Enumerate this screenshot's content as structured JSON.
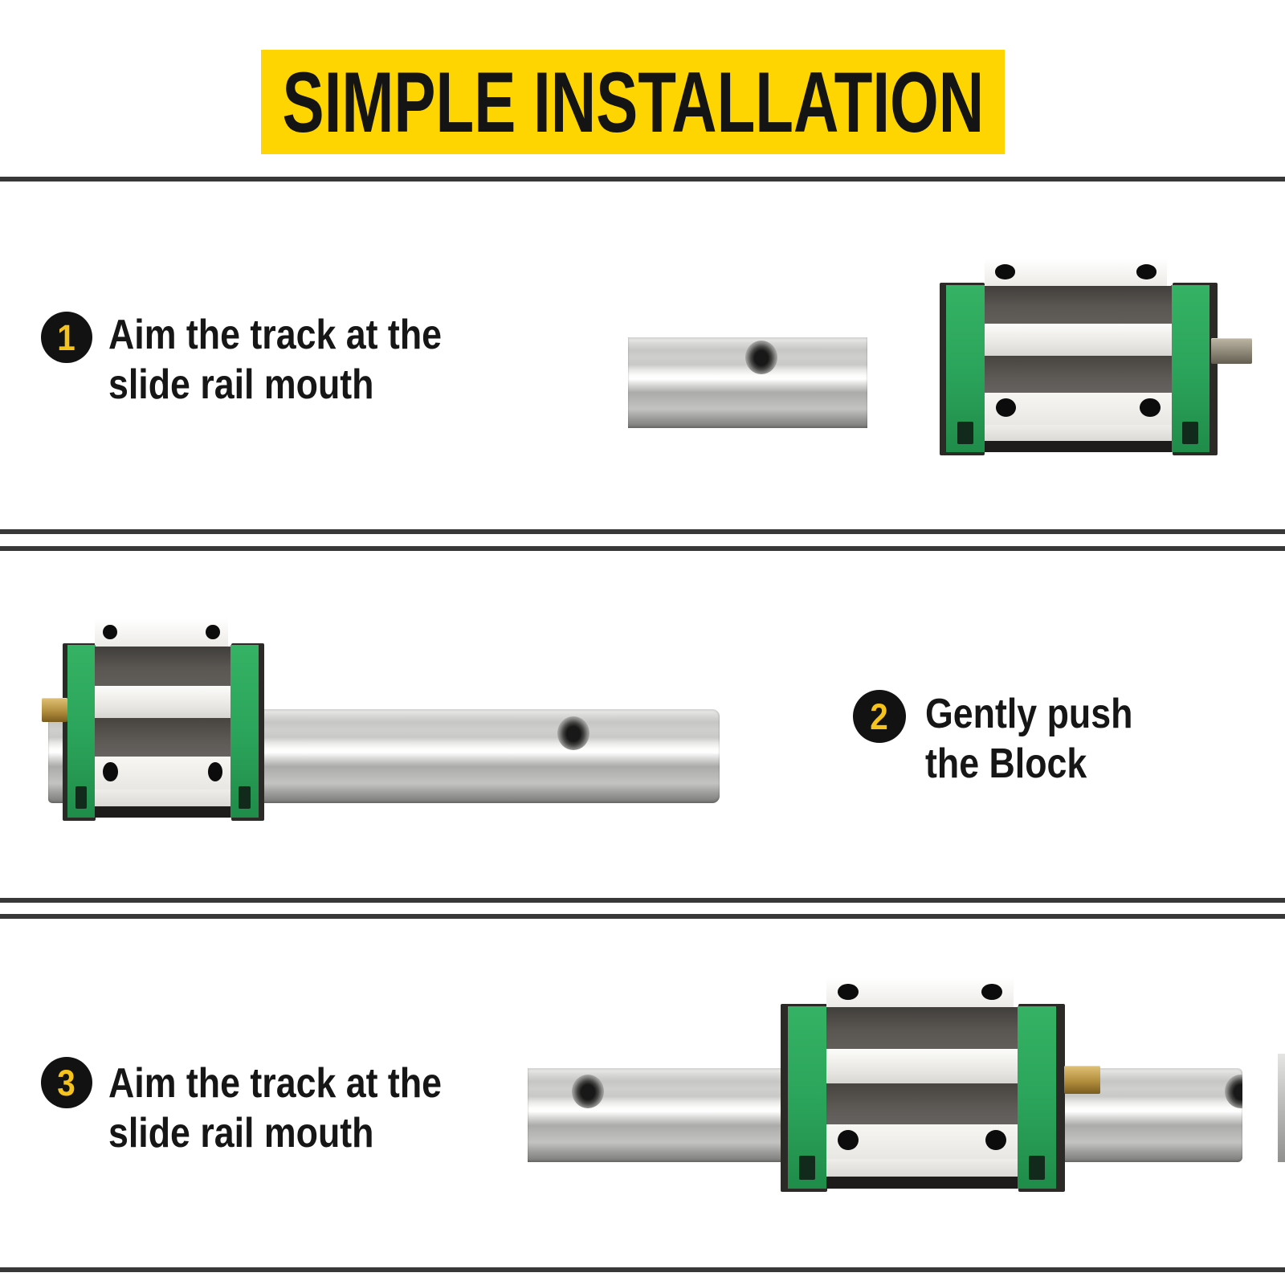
{
  "title": {
    "label": "SIMPLE INSTALLATION"
  },
  "steps": [
    {
      "number": "1",
      "caption_line1": "Aim the track at the",
      "caption_line2": "slide rail mouth"
    },
    {
      "number": "2",
      "caption_line1": "Gently push",
      "caption_line2": "the Block"
    },
    {
      "number": "3",
      "caption_line1": "Aim the track at the",
      "caption_line2": "slide rail mouth"
    }
  ],
  "colors": {
    "banner_bg": "#FFD500",
    "banner_text": "#141414",
    "badge_bg": "#121212",
    "badge_number": "#F5C31B",
    "caption_text": "#161616",
    "divider": "#383838",
    "block_green": "#2BA55B",
    "block_dark_stripe": "#5A5652",
    "rail_steel": "#C9C9C7"
  },
  "photos": {
    "step1": "rail segment with mounting hole and green linear bearing block",
    "step2": "green linear bearing block mounted on left end of rail",
    "step3": "green linear bearing block mounted mid-rail"
  }
}
